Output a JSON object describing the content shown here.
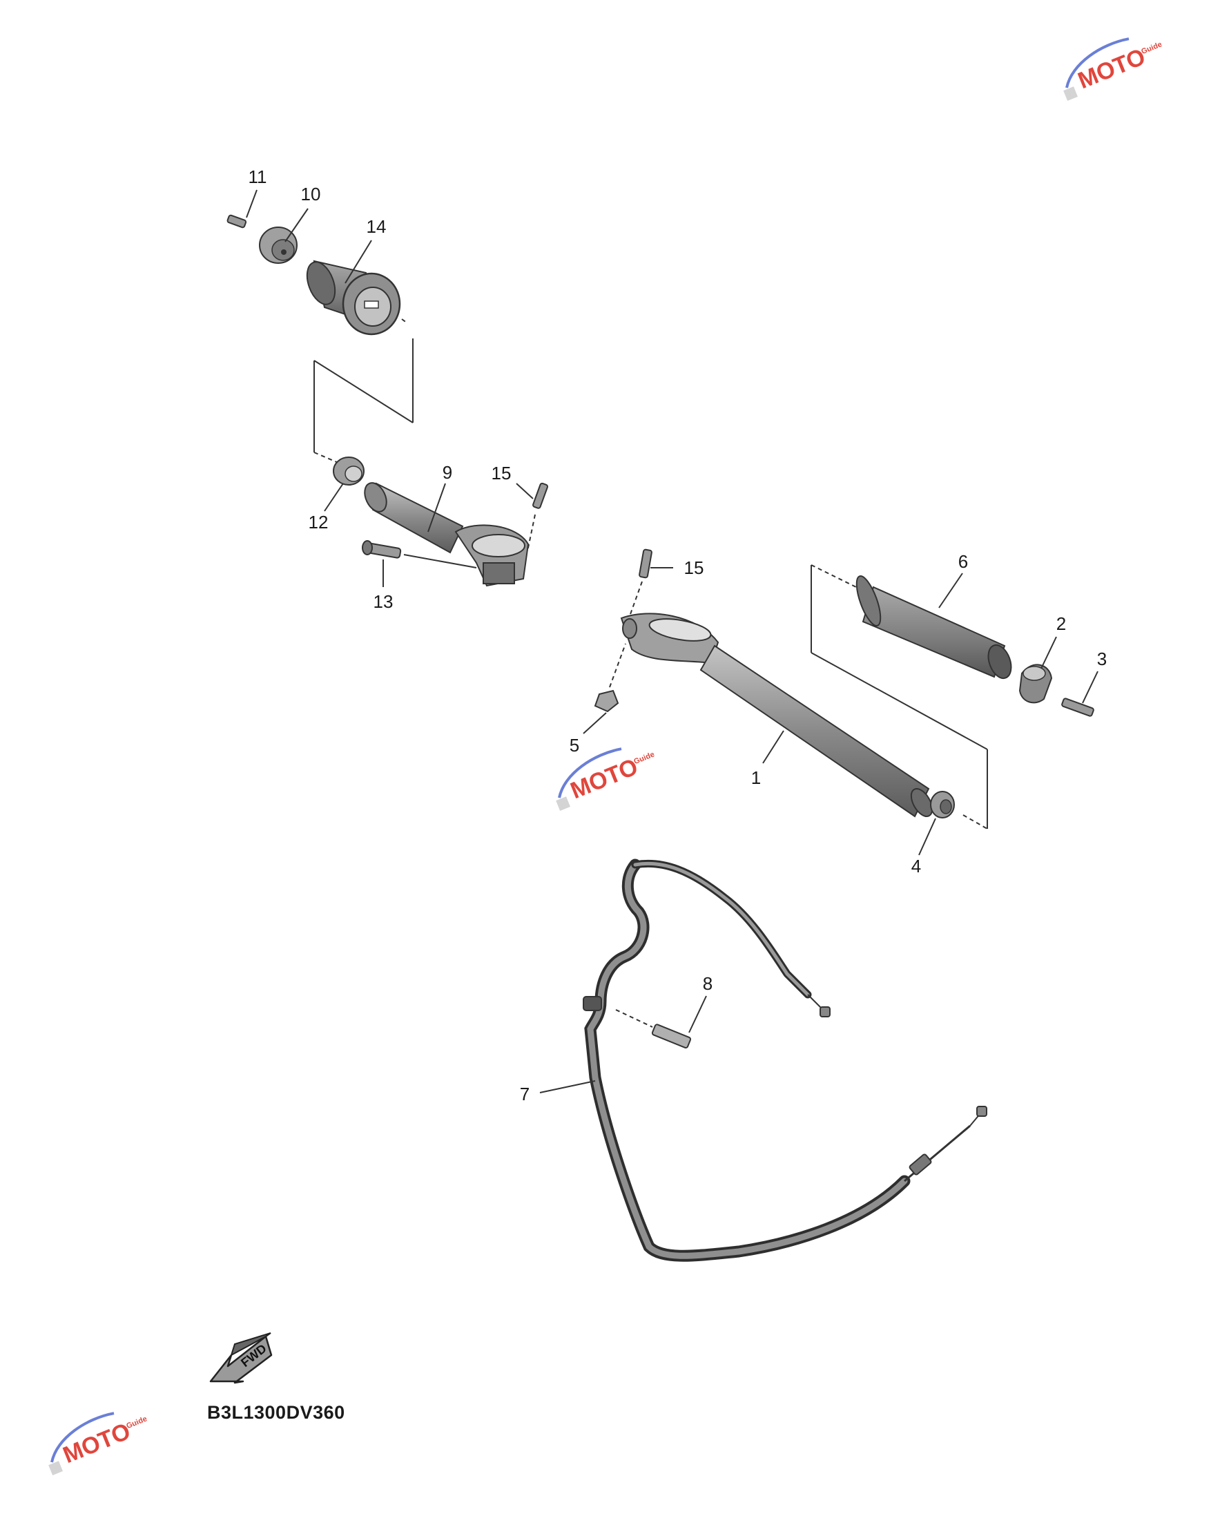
{
  "diagram": {
    "code": "B3L1300DV360",
    "fwd_label": "FWD",
    "watermark_text": "MOTO",
    "watermark_subtext": "Guide",
    "callouts": [
      "1",
      "2",
      "3",
      "4",
      "5",
      "6",
      "7",
      "8",
      "9",
      "10",
      "11",
      "12",
      "13",
      "14",
      "15",
      "15"
    ],
    "colors": {
      "part_fill": "#8d8d8d",
      "part_light": "#bdbdbd",
      "part_dark": "#4a4a4a",
      "line": "#222222",
      "watermark_red": "#e0463c",
      "watermark_blue": "#6a7fd6"
    }
  }
}
